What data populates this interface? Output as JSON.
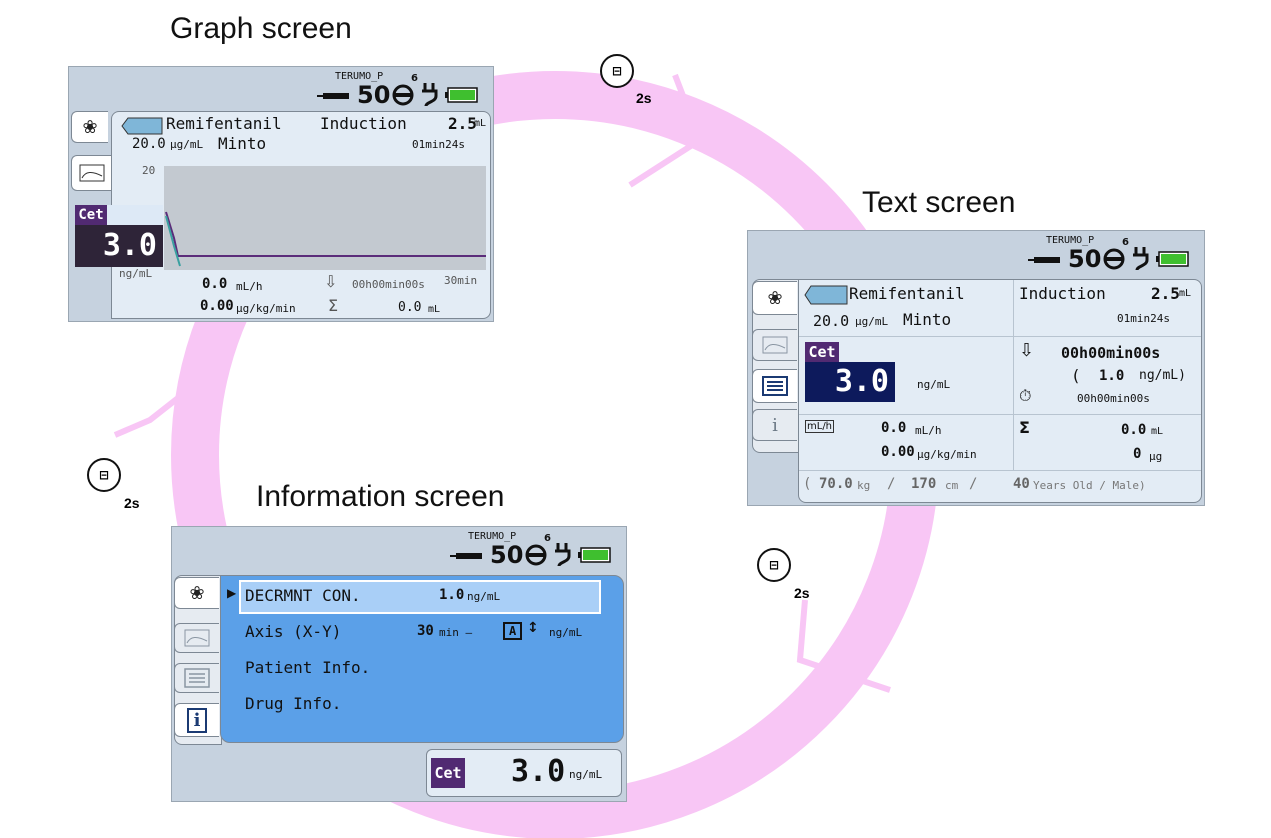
{
  "titles": {
    "graph": "Graph screen",
    "text": "Text screen",
    "info": "Information screen"
  },
  "hold_label": "2s",
  "status": {
    "device": "TERUMO_P",
    "syringe": "50",
    "num": "6"
  },
  "graph": {
    "drug": "Remifentanil",
    "phase": "Induction",
    "volume": "2.5",
    "volume_unit": "mL",
    "conc": "20.0",
    "conc_unit": "µg/mL",
    "model": "Minto",
    "time": "01min24s",
    "axis_max": "20",
    "cet_label": "Cet",
    "cet_value": "3.0",
    "cet_unit": "ng/mL",
    "rate": "0.0",
    "rate_unit": "mL/h",
    "timer": "00h00min00s",
    "axis_time": "30min",
    "dose": "0.00",
    "dose_unit": "µg/kg/min",
    "total": "0.0",
    "total_unit": "mL"
  },
  "text": {
    "drug": "Remifentanil",
    "phase": "Induction",
    "volume": "2.5",
    "volume_unit": "mL",
    "conc": "20.0",
    "conc_unit": "µg/mL",
    "model": "Minto",
    "time": "01min24s",
    "cet_label": "Cet",
    "cet_value": "3.0",
    "cet_unit": "ng/mL",
    "dec_time": "00h00min00s",
    "dec_open": "(",
    "dec_conc": "1.0",
    "dec_unit": "ng/mL)",
    "timer": "00h00min00s",
    "rate": "0.0",
    "rate_unit": "mL/h",
    "dose": "0.00",
    "dose_unit": "µg/kg/min",
    "total": "0.0",
    "total_unit": "mL",
    "total_mass": "0",
    "total_mass_unit": "µg",
    "weight": "70.0",
    "weight_unit": "kg",
    "height": "170",
    "height_unit": "cm",
    "age": "40",
    "age_unit": "Years Old / Male)",
    "open_paren": "(",
    "slash": "/"
  },
  "info": {
    "items": [
      {
        "label": "DECRMNT CON.",
        "value": "1.0",
        "unit": "ng/mL"
      },
      {
        "label": "Axis (X-Y)",
        "value": "30",
        "unit": "min –",
        "extra": "ng/mL"
      },
      {
        "label": "Patient Info."
      },
      {
        "label": "Drug Info."
      }
    ],
    "axis_auto": "A",
    "cet_label": "Cet",
    "cet_value": "3.0",
    "cet_unit": "ng/mL"
  },
  "colors": {
    "cycle": "#f8c6f5",
    "cet": "#512a72",
    "info_panel": "#5ba0e8",
    "battery": "#3fbf2f"
  }
}
